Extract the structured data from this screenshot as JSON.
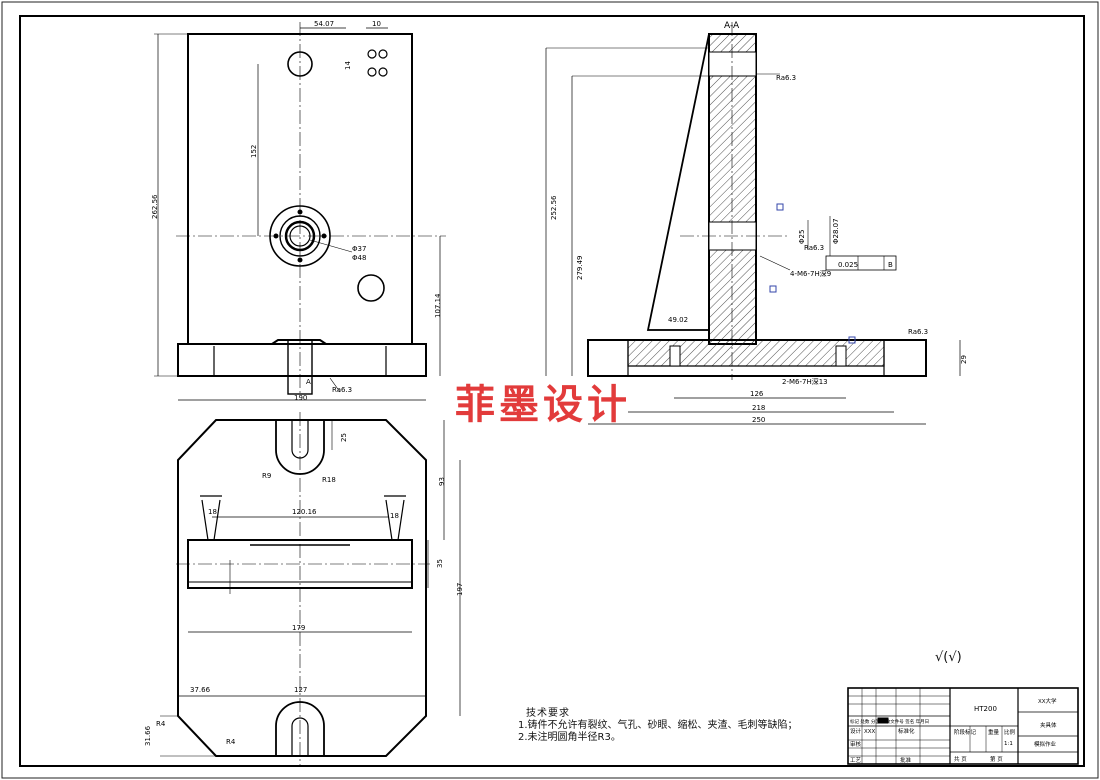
{
  "section_label": "A-A",
  "watermark": "菲墨设计",
  "roughness_note": "√(√)",
  "tech_requirements": {
    "title": "技术要求",
    "items": [
      "1.铸件不允许有裂纹、气孔、砂眼、缩松、夹渣、毛刺等缺陷；",
      "2.未注明圆角半径R3。"
    ]
  },
  "front_view": {
    "dims": [
      "54.07",
      "10",
      "14",
      "152",
      "262.56",
      "Φ37",
      "Φ48",
      "107.14",
      "190",
      "A",
      "Ra6.3"
    ]
  },
  "section_view": {
    "dims": [
      "Ra6.3",
      "252.56",
      "279.49",
      "Φ25",
      "Φ28.07",
      "Ra6.3",
      "4-M6-7H深9",
      "0.025",
      "B",
      "49.02",
      "2-M6-7H深13",
      "126",
      "218",
      "250",
      "29",
      "Ra6.3"
    ]
  },
  "top_view": {
    "dims": [
      "25",
      "R9",
      "R18",
      "93",
      "18",
      "120.16",
      "18",
      "35",
      "197",
      "179",
      "37.66",
      "127",
      "R4",
      "31.66",
      "R4"
    ]
  },
  "title_block": {
    "material": "HT200",
    "school": "XX大学",
    "part_name": "夹具体",
    "drawing_no": "模拟作业",
    "scale": "1:1",
    "labels": {
      "design": "设计",
      "design_name": "XXX",
      "standardize": "标准化",
      "review": "审核",
      "process": "工艺",
      "approve": "批准",
      "stage_mark": "阶段标记",
      "weight": "重量",
      "scale_label": "比例",
      "sheets": "共 页",
      "sheet": "第 页",
      "mark_row": "标记 处数 分区 更改文件号 签名 年月日"
    }
  }
}
